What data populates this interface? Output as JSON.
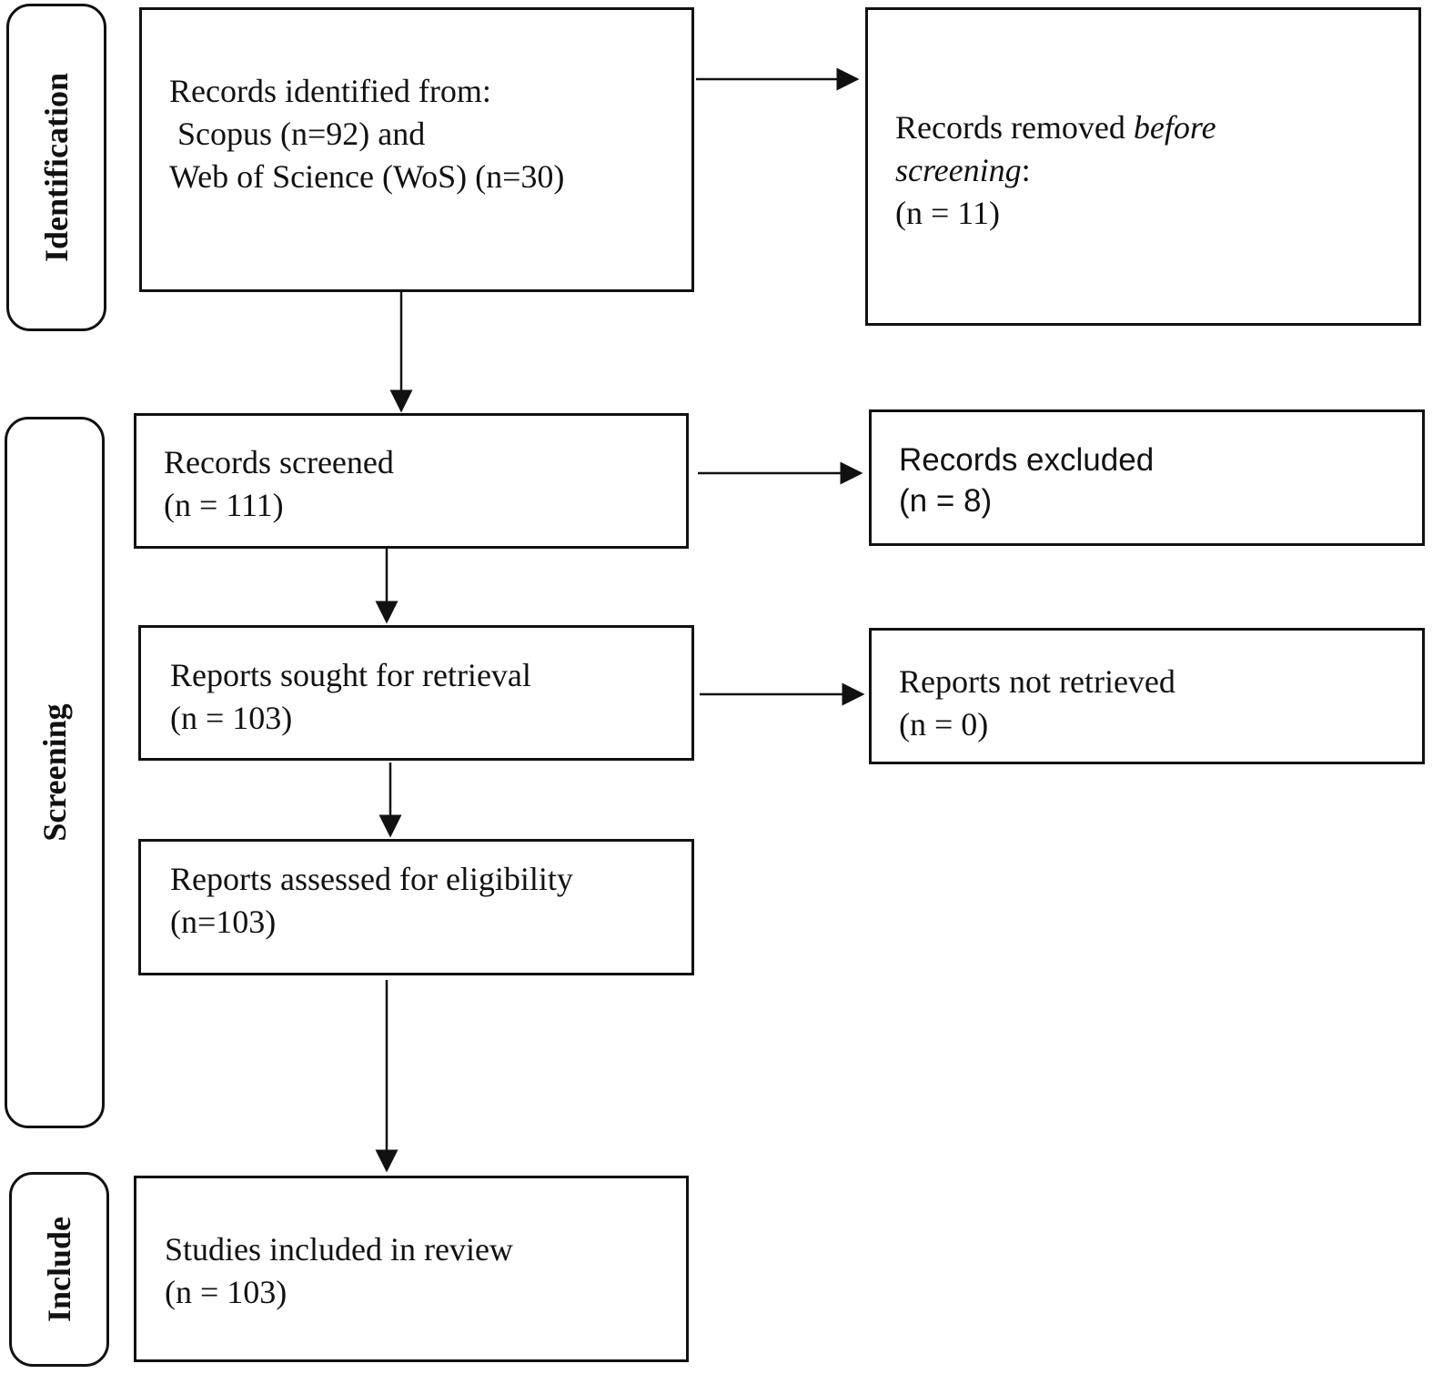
{
  "phases": {
    "identification": "Identification",
    "screening": "Screening",
    "include": "Include"
  },
  "boxes": {
    "identified": {
      "line1": "Records identified from:",
      "line2": " Scopus (n=92) and",
      "line3": "Web of Science (WoS) (n=30)"
    },
    "removed": {
      "prefix": "Records removed ",
      "italic1": "before",
      "italic2": "screening",
      "colon": ":",
      "count": "(n = 11)"
    },
    "screened": {
      "line1": "Records screened",
      "line2": "(n = 111)"
    },
    "excluded": {
      "line1": "Records excluded",
      "line2": "(n = 8)"
    },
    "sought": {
      "line1": "Reports sought for retrieval",
      "line2": "(n = 103)"
    },
    "not_retrieved": {
      "line1": "Reports not retrieved",
      "line2": "(n = 0)"
    },
    "assessed": {
      "line1": "Reports assessed for eligibility",
      "line2": "(n=103)"
    },
    "included": {
      "line1": "Studies included in review",
      "line2": "(n = 103)"
    }
  }
}
